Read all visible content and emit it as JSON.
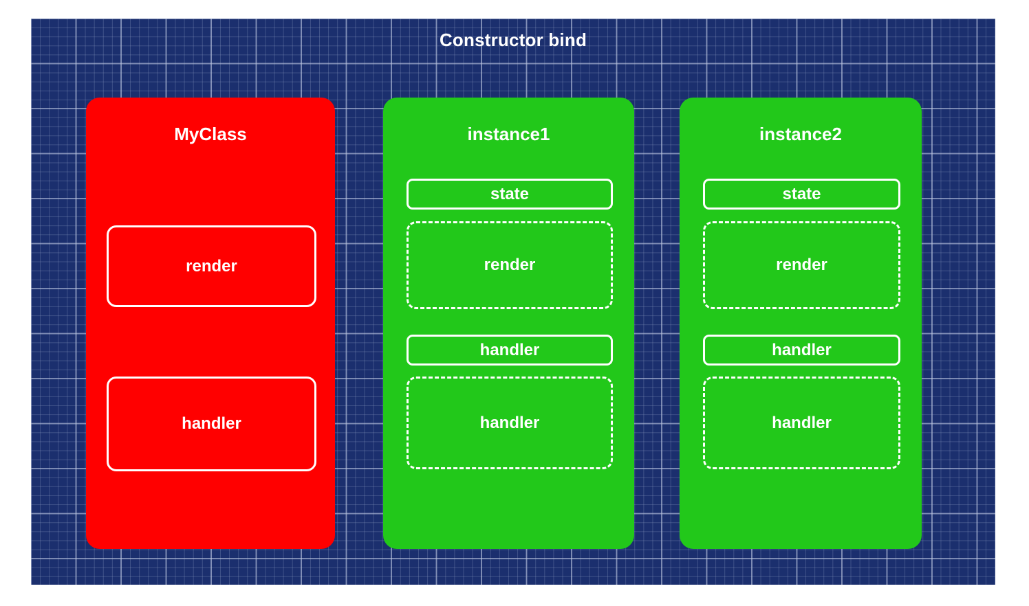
{
  "diagram": {
    "title": "Constructor bind",
    "background_color": "#1b2f6e",
    "grid_line_color": "#96a5c8",
    "text_color": "#ffffff"
  },
  "cards": [
    {
      "name": "MyClass",
      "color": "#ff0000",
      "slots": [
        {
          "label": "render",
          "style": "solid"
        },
        {
          "label": "handler",
          "style": "solid"
        }
      ]
    },
    {
      "name": "instance1",
      "color": "#22c81a",
      "slots": [
        {
          "label": "state",
          "style": "solid"
        },
        {
          "label": "render",
          "style": "dashed"
        },
        {
          "label": "handler",
          "style": "solid"
        },
        {
          "label": "handler",
          "style": "dashed"
        }
      ]
    },
    {
      "name": "instance2",
      "color": "#22c81a",
      "slots": [
        {
          "label": "state",
          "style": "solid"
        },
        {
          "label": "render",
          "style": "dashed"
        },
        {
          "label": "handler",
          "style": "solid"
        },
        {
          "label": "handler",
          "style": "dashed"
        }
      ]
    }
  ]
}
